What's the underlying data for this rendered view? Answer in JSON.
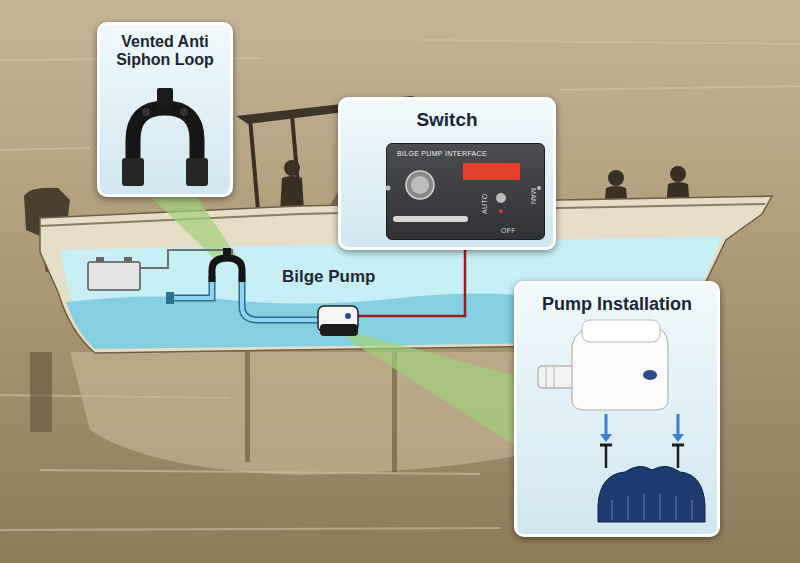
{
  "diagram": {
    "nodes": [
      {
        "text": [
          "Vented Anti Siphon Loop"
        ]
      },
      {
        "text": [
          "Switch"
        ]
      },
      {
        "text": [
          "BILGE PUMP INTERFACE",
          "AUTO",
          "MAN",
          "OFF"
        ],
        "in": 1
      },
      {
        "text": [
          "Pump Installation"
        ]
      }
    ],
    "labels": [
      "Bilge Pump"
    ]
  }
}
